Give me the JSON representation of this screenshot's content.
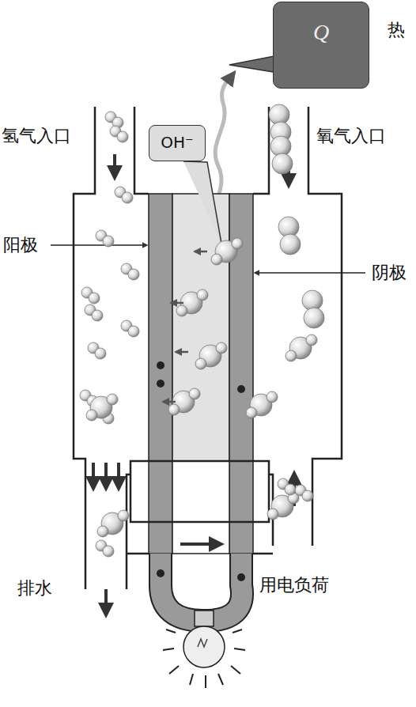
{
  "diagram": {
    "nodes": [
      {
        "text": [
          "Q"
        ]
      },
      {
        "text": [
          "OH⁻"
        ]
      }
    ],
    "labels": [
      "热",
      "氢气入口",
      "氧气入口",
      "阳极",
      "阴极",
      "排水",
      "用电负荷"
    ]
  }
}
